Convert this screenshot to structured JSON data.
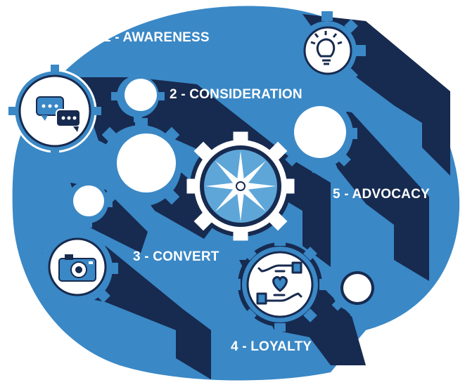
{
  "stages": [
    {
      "id": "awareness",
      "label": "1 - AWARENESS"
    },
    {
      "id": "consideration",
      "label": "2 - CONSIDERATION"
    },
    {
      "id": "convert",
      "label": "3 - CONVERT"
    },
    {
      "id": "loyalty",
      "label": "4 - LOYALTY"
    },
    {
      "id": "advocacy",
      "label": "5 - ADVOCACY"
    }
  ],
  "icons": [
    "chat-bubbles-icon",
    "lightbulb-icon",
    "camera-icon",
    "heart-hands-icon",
    "compass-gear-icon"
  ],
  "colors": {
    "navy": "#172a4f",
    "blue": "#3a88c6",
    "light_blue": "#5ea6d8",
    "white": "#ffffff"
  }
}
